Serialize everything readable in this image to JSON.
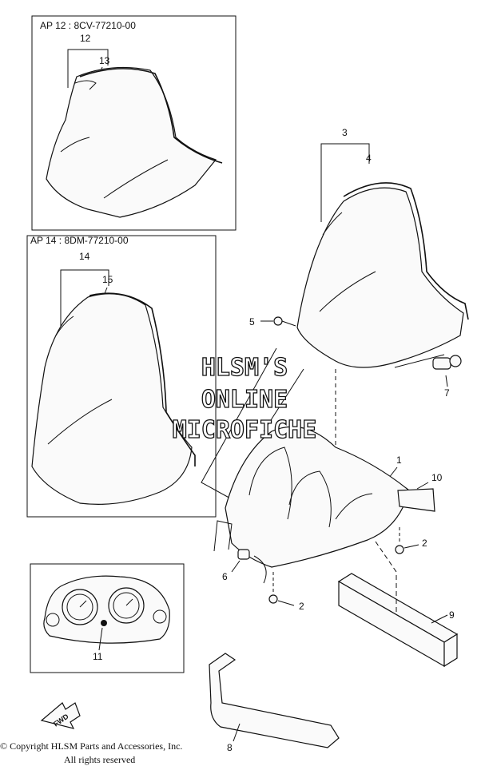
{
  "diagram": {
    "boxes": [
      {
        "title": "AP  12 : 8CV-77210-00",
        "callouts": [
          "12",
          "13"
        ]
      },
      {
        "title": "AP  14 : 8DM-77210-00",
        "callouts": [
          "14",
          "15"
        ]
      }
    ],
    "callouts": {
      "c1": "1",
      "c2a": "2",
      "c2b": "2",
      "c3": "3",
      "c4": "4",
      "c5": "5",
      "c6": "6",
      "c7": "7",
      "c8": "8",
      "c9": "9",
      "c10": "10",
      "c11": "11"
    },
    "fwd_label": "FWD"
  },
  "watermark": {
    "line1": "HLSM'S",
    "line2": "ONLINE",
    "line3": "MICROFICHE"
  },
  "footer": {
    "copyright_line1": "© Copyright HLSM Parts and Accessories, Inc.",
    "copyright_line2": "All rights reserved"
  }
}
